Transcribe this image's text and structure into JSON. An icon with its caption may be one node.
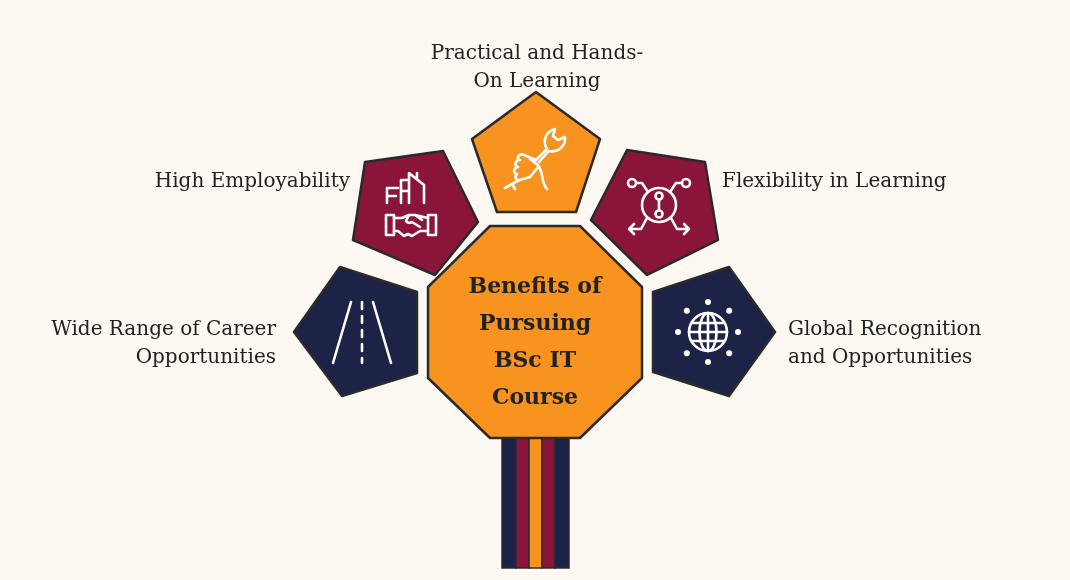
{
  "diagram": {
    "nodes": [
      {
        "text": [
          "Benefits of Pursuing BSc IT Course"
        ]
      },
      {
        "text": [],
        "shape": "pentagon",
        "beside": [
          "Wide Range of Career Opportunities"
        ]
      },
      {
        "text": [],
        "shape": "pentagon",
        "beside": [
          "High Employability"
        ]
      },
      {
        "text": [],
        "shape": "pentagon",
        "beside": [
          "Practical and Hands-On Learning"
        ]
      },
      {
        "text": [],
        "shape": "pentagon",
        "beside": [
          "Flexibility in Learning"
        ]
      },
      {
        "text": [],
        "shape": "pentagon",
        "beside": [
          "Global Recognition and Opportunities"
        ]
      }
    ]
  }
}
